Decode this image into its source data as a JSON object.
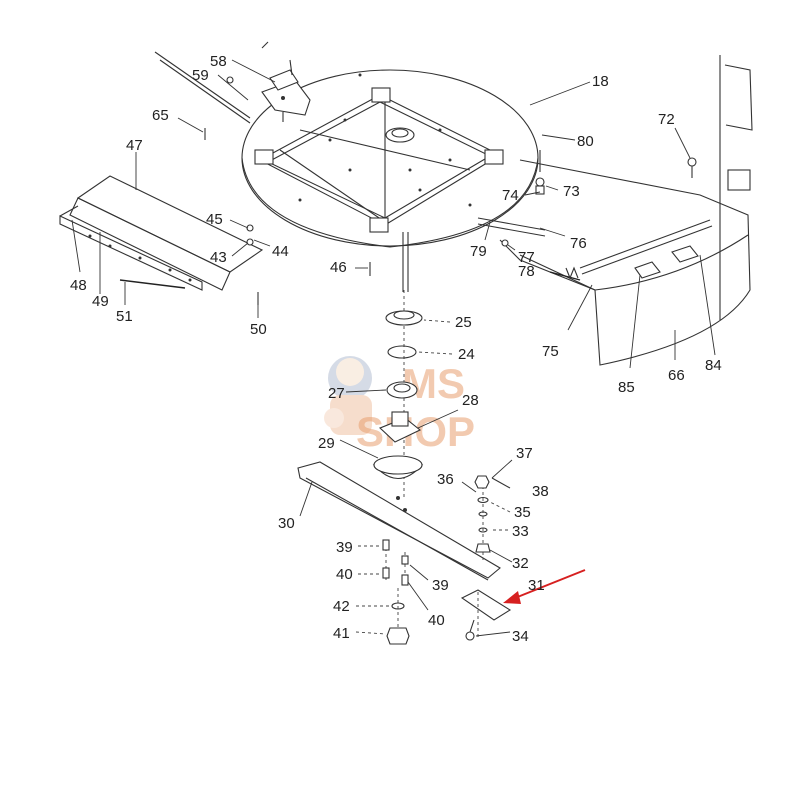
{
  "watermark": {
    "line1": "MS",
    "line2": "SHOP",
    "color": "#e8a070"
  },
  "arrow": {
    "color": "#d62020",
    "target_part": "31"
  },
  "parts": [
    {
      "id": "58",
      "label": "58"
    },
    {
      "id": "59",
      "label": "59"
    },
    {
      "id": "18",
      "label": "18"
    },
    {
      "id": "65",
      "label": "65"
    },
    {
      "id": "80",
      "label": "80"
    },
    {
      "id": "72",
      "label": "72"
    },
    {
      "id": "47",
      "label": "47"
    },
    {
      "id": "74",
      "label": "74"
    },
    {
      "id": "73",
      "label": "73"
    },
    {
      "id": "45",
      "label": "45"
    },
    {
      "id": "43",
      "label": "43"
    },
    {
      "id": "44",
      "label": "44"
    },
    {
      "id": "79",
      "label": "79"
    },
    {
      "id": "77",
      "label": "77"
    },
    {
      "id": "76",
      "label": "76"
    },
    {
      "id": "46",
      "label": "46"
    },
    {
      "id": "78",
      "label": "78"
    },
    {
      "id": "48",
      "label": "48"
    },
    {
      "id": "49",
      "label": "49"
    },
    {
      "id": "51",
      "label": "51"
    },
    {
      "id": "50",
      "label": "50"
    },
    {
      "id": "25",
      "label": "25"
    },
    {
      "id": "75",
      "label": "75"
    },
    {
      "id": "24",
      "label": "24"
    },
    {
      "id": "84",
      "label": "84"
    },
    {
      "id": "85",
      "label": "85"
    },
    {
      "id": "66",
      "label": "66"
    },
    {
      "id": "27",
      "label": "27"
    },
    {
      "id": "28",
      "label": "28"
    },
    {
      "id": "29",
      "label": "29"
    },
    {
      "id": "37",
      "label": "37"
    },
    {
      "id": "36",
      "label": "36"
    },
    {
      "id": "38",
      "label": "38"
    },
    {
      "id": "30",
      "label": "30"
    },
    {
      "id": "35",
      "label": "35"
    },
    {
      "id": "33",
      "label": "33"
    },
    {
      "id": "39a",
      "label": "39"
    },
    {
      "id": "32",
      "label": "32"
    },
    {
      "id": "40a",
      "label": "40"
    },
    {
      "id": "39b",
      "label": "39"
    },
    {
      "id": "31",
      "label": "31"
    },
    {
      "id": "42",
      "label": "42"
    },
    {
      "id": "40b",
      "label": "40"
    },
    {
      "id": "41",
      "label": "41"
    },
    {
      "id": "34",
      "label": "34"
    }
  ]
}
